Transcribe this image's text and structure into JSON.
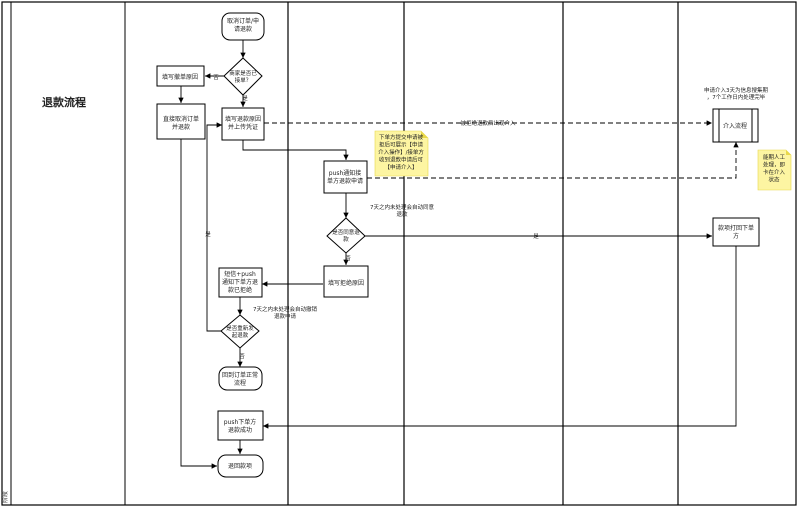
{
  "title": "退款流程",
  "side_label": "阶段",
  "nodes": {
    "start": [
      "取消订单/申",
      "请退款"
    ],
    "merchant_accepted": [
      "商家是否已",
      "接单？"
    ],
    "fill_cancel_reason": [
      "填写撤单原因"
    ],
    "direct_cancel": [
      "直接取消订单",
      "并退款"
    ],
    "fill_refund_reason": [
      "填写退款原因",
      "并上传凭证"
    ],
    "push_notify_merchant": [
      "push通知接",
      "单方退款申请"
    ],
    "agree_refund": [
      "是否同意退",
      "款"
    ],
    "fill_reject_reason": [
      "填写拒绝原因"
    ],
    "sms_push_rejected": [
      "短信+push",
      "通知下单方退",
      "款已拒绝"
    ],
    "reapply": [
      "是否重新发",
      "起退款"
    ],
    "back_normal": [
      "回到订单正常",
      "流程"
    ],
    "push_refund_success": [
      "push下单方",
      "退款成功"
    ],
    "refund_back": [
      "退回款项"
    ],
    "intervention": [
      "介入流程"
    ],
    "pay_back": [
      "款项打回下单",
      "方"
    ]
  },
  "labels": {
    "no_1": "否",
    "yes_1": "是",
    "yes_2": "是",
    "no_2": "否",
    "yes_3": "是",
    "no_3": "否",
    "reject_intervene": "被拒绝退款后出现介入",
    "auto_agree": [
      "7天之内未处理会自动同意",
      "退款"
    ],
    "auto_cancel": [
      "7天之内未处理会自动撤销",
      "退款申请"
    ],
    "intervene_time": [
      "申请介入3天为信息搜集期",
      "，7个工作日内处理完毕"
    ]
  },
  "notes": {
    "yellow_note_1": [
      "下单方提交申请被",
      "拒后可展示【申请",
      "介入操作】/接单方",
      "收到退款申请后可",
      "【申请介入】"
    ],
    "yellow_note_2": [
      "能期人工",
      "处理，即",
      "卡在介入",
      "状态"
    ]
  }
}
